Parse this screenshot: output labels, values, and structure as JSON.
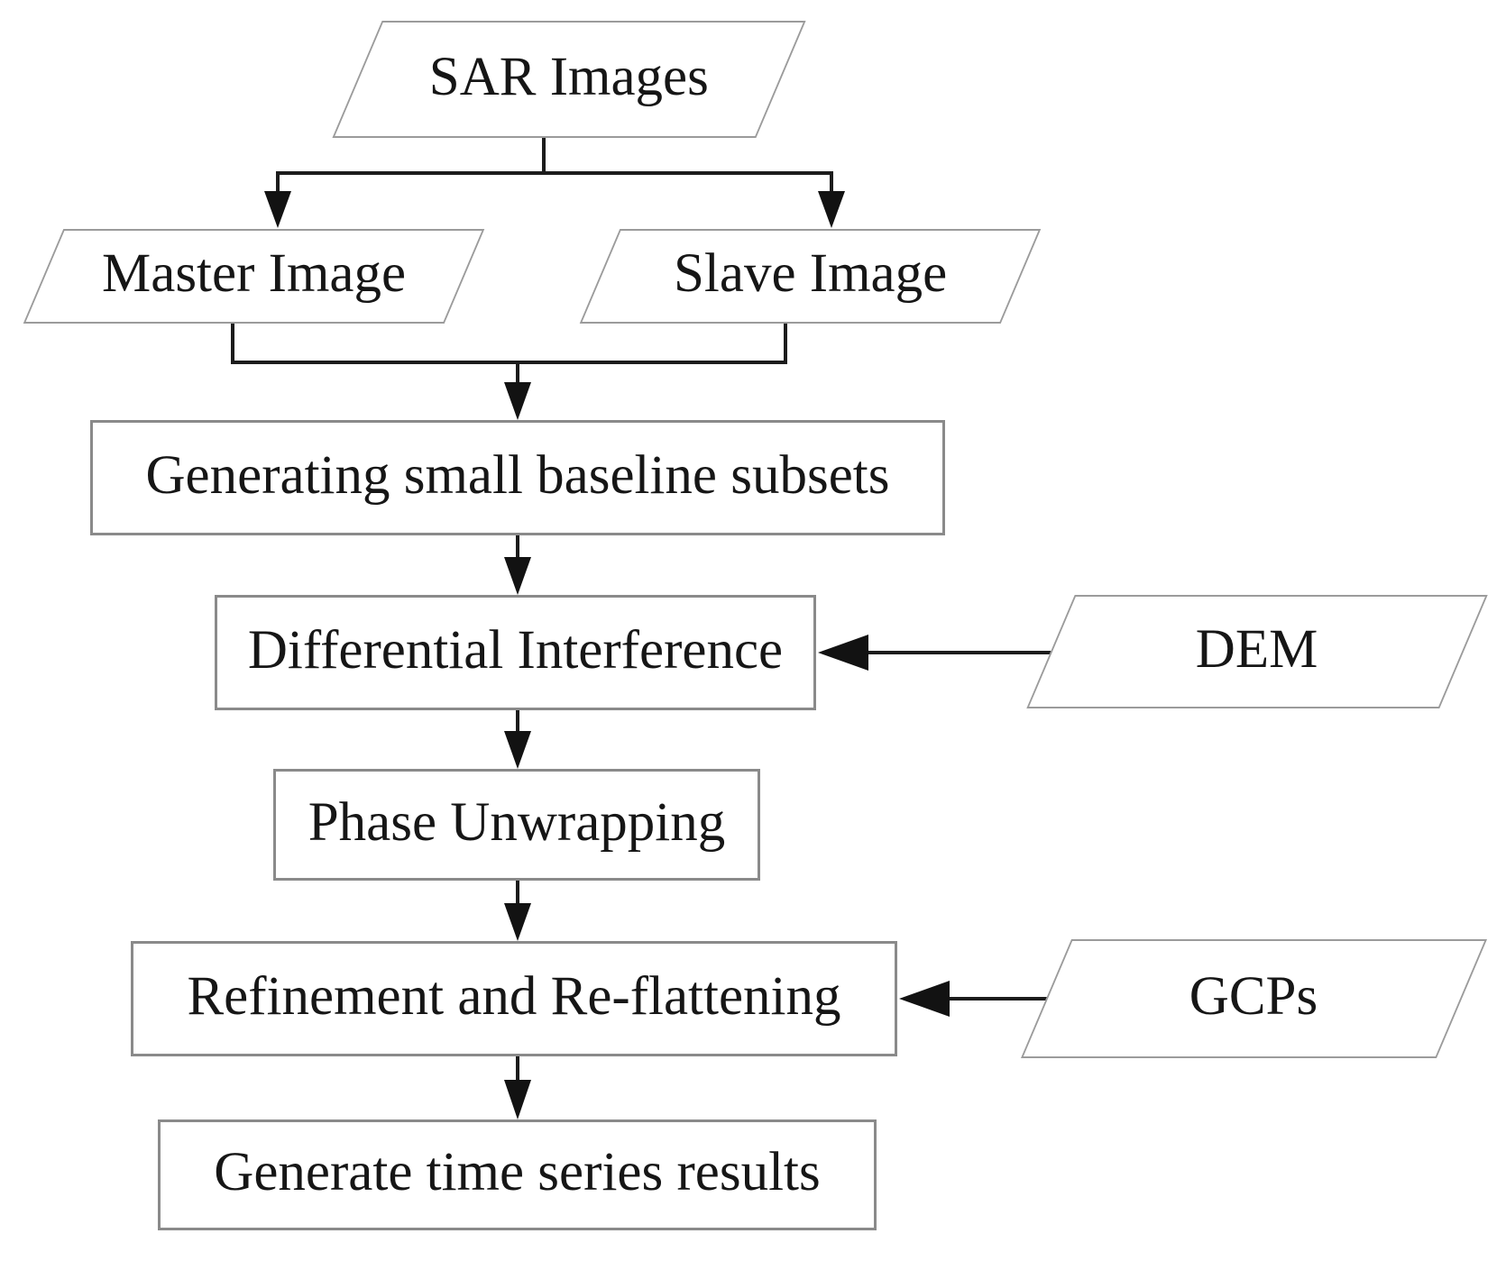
{
  "figure": {
    "type": "flowchart",
    "background_color": "#ffffff",
    "connector_color": "#1c1c1c",
    "process_box_border_color": "#8a8a8a",
    "parallelogram_border_color": "#9b9b9b",
    "text_color": "#161616"
  },
  "nodes": {
    "sar_images": {
      "label": "SAR Images",
      "shape": "parallelogram"
    },
    "master_image": {
      "label": "Master Image",
      "shape": "parallelogram"
    },
    "slave_image": {
      "label": "Slave Image",
      "shape": "parallelogram"
    },
    "generating": {
      "label": "Generating small baseline subsets",
      "shape": "process-box"
    },
    "differential": {
      "label": "Differential Interference",
      "shape": "process-box"
    },
    "dem": {
      "label": "DEM",
      "shape": "parallelogram"
    },
    "phase": {
      "label": "Phase Unwrapping",
      "shape": "process-box"
    },
    "refinement": {
      "label": "Refinement and Re-flattening",
      "shape": "process-box"
    },
    "gcps": {
      "label": "GCPs",
      "shape": "parallelogram"
    },
    "time_series": {
      "label": "Generate time series results",
      "shape": "process-box"
    }
  },
  "edges": [
    {
      "from": "sar_images",
      "to": "master_image",
      "arrow": true
    },
    {
      "from": "sar_images",
      "to": "slave_image",
      "arrow": true
    },
    {
      "from": "master_image",
      "to": "generating",
      "arrow": true
    },
    {
      "from": "slave_image",
      "to": "generating",
      "arrow": true
    },
    {
      "from": "generating",
      "to": "differential",
      "arrow": true
    },
    {
      "from": "dem",
      "to": "differential",
      "arrow": true
    },
    {
      "from": "differential",
      "to": "phase",
      "arrow": true
    },
    {
      "from": "phase",
      "to": "refinement",
      "arrow": true
    },
    {
      "from": "gcps",
      "to": "refinement",
      "arrow": true
    },
    {
      "from": "refinement",
      "to": "time_series",
      "arrow": true
    }
  ]
}
